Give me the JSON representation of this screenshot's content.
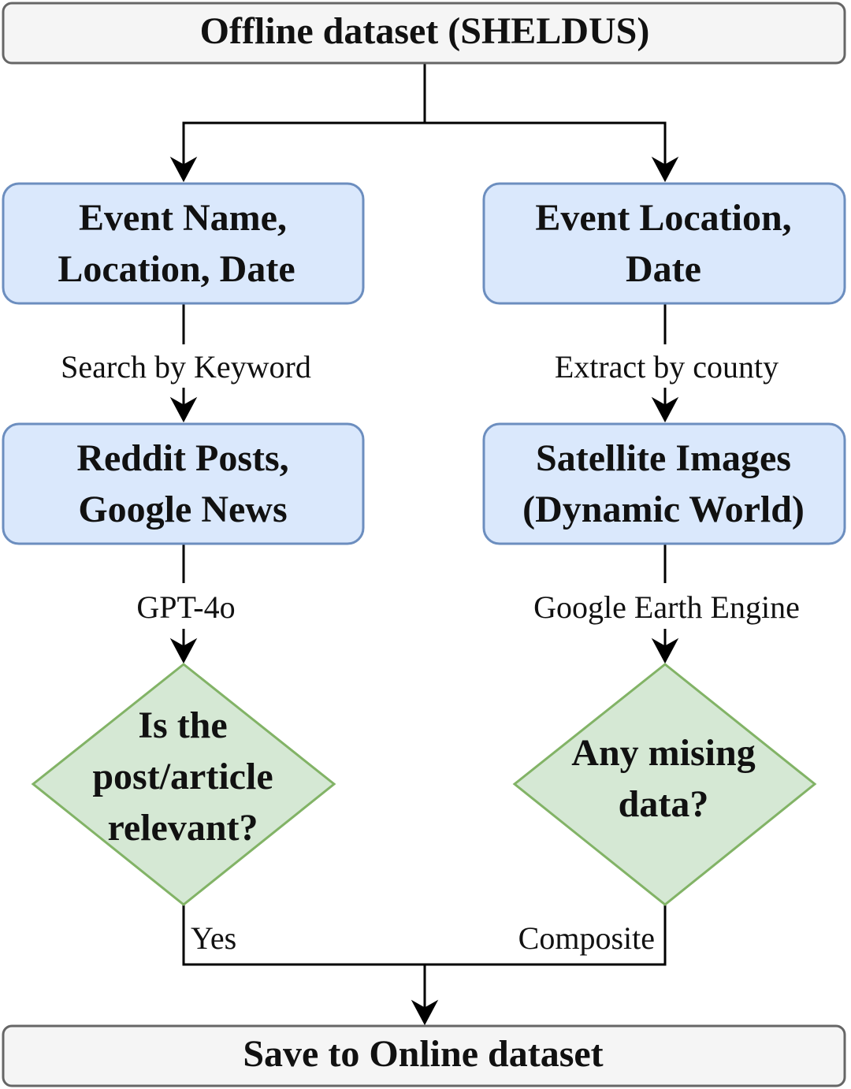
{
  "colors": {
    "gray_fill": "#f5f5f5",
    "gray_stroke": "#666666",
    "blue_fill": "#dae8fc",
    "blue_stroke": "#6c8ebf",
    "green_fill": "#d5e8d4",
    "green_stroke": "#82b366",
    "line": "#000000",
    "text": "#111111"
  },
  "nodes": {
    "top": {
      "text": "Offline dataset (SHELDUS)"
    },
    "left1": {
      "line1": "Event Name,",
      "line2": "Location, Date"
    },
    "right1": {
      "line1": "Event Location,",
      "line2": "Date"
    },
    "left2": {
      "line1": "Reddit Posts,",
      "line2": "Google News"
    },
    "right2": {
      "line1": "Satellite Images",
      "line2": "(Dynamic World)"
    },
    "left_decision": {
      "line1": "Is the",
      "line2": "post/article",
      "line3": "relevant?"
    },
    "right_decision": {
      "line1": "Any mising",
      "line2": "data?"
    },
    "bottom": {
      "text": "Save to Online dataset"
    }
  },
  "edges": {
    "search": "Search by Keyword",
    "extract": "Extract by county",
    "gpt": "GPT-4o",
    "gee": "Google Earth Engine",
    "yes": "Yes",
    "composite": "Composite"
  }
}
